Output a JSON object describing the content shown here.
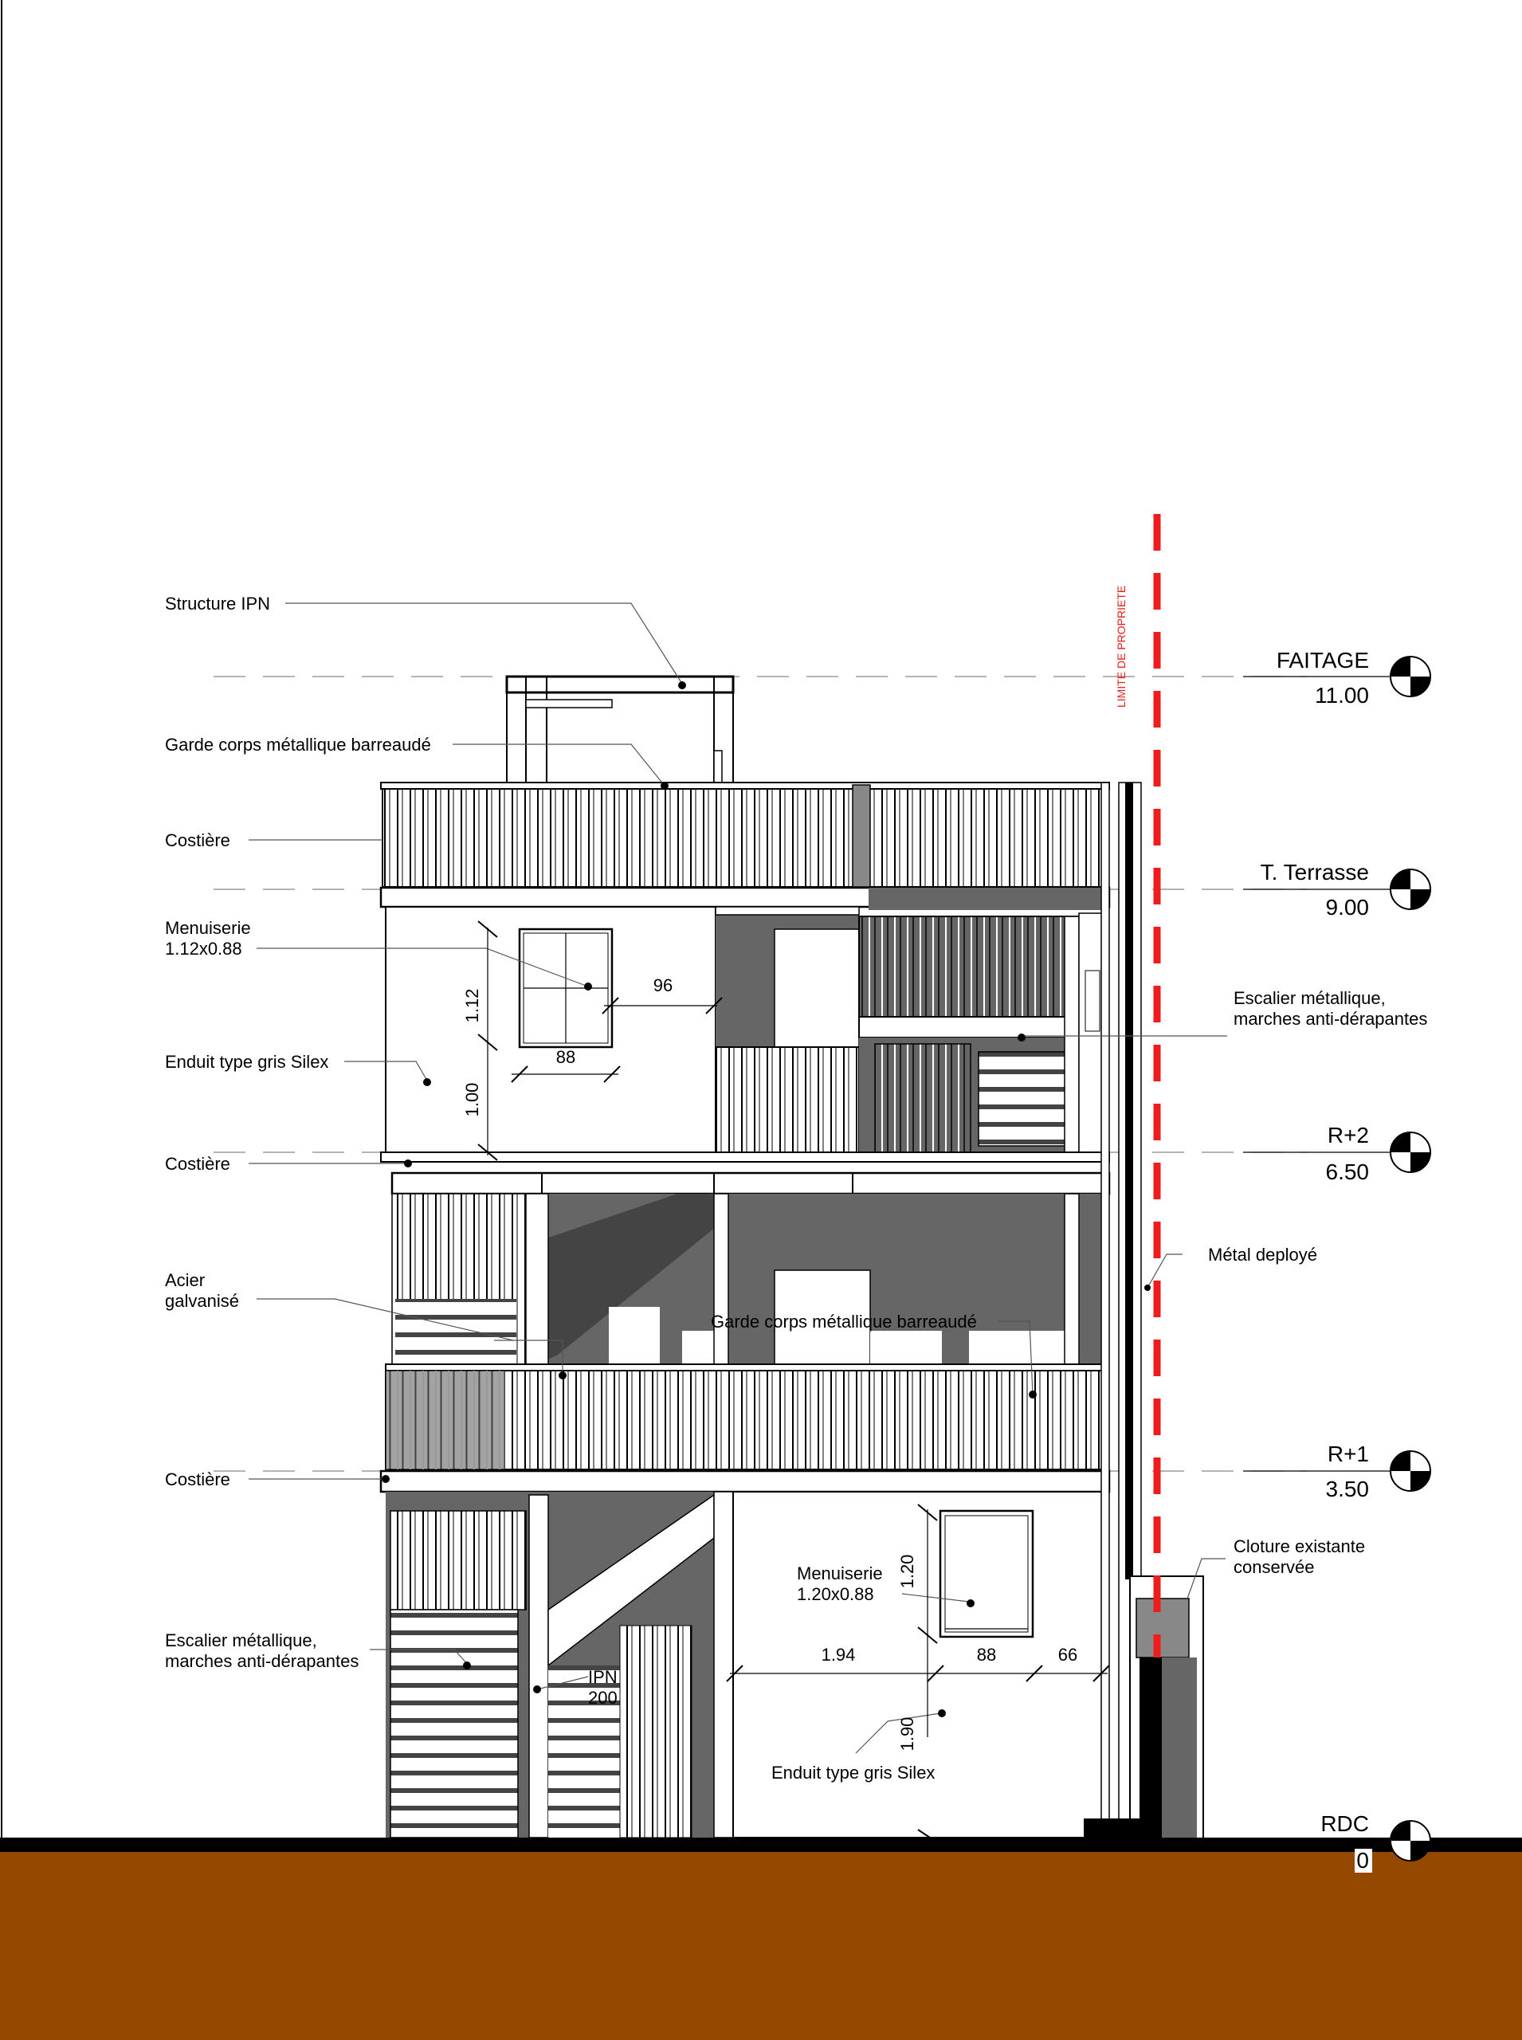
{
  "levels": [
    {
      "name": "FAITAGE",
      "value": "11.00"
    },
    {
      "name": "T. Terrasse",
      "value": "9.00"
    },
    {
      "name": "R+2",
      "value": "6.50"
    },
    {
      "name": "R+1",
      "value": "3.50"
    },
    {
      "name": "RDC",
      "value": "0"
    }
  ],
  "labels": {
    "structure_ipn": "Structure IPN",
    "garde_corps_top": "Garde corps métallique barreaudé",
    "costiere_1": "Costière",
    "menuiserie_upper_1": "Menuiserie",
    "menuiserie_upper_2": "1.12x0.88",
    "enduit_upper": "Enduit type gris Silex",
    "costiere_2": "Costière",
    "acier_1": "Acier",
    "acier_2": "galvanisé",
    "costiere_3": "Costière",
    "escalier_left_1": "Escalier métallique,",
    "escalier_left_2": "marches anti-dérapantes",
    "escalier_right_1": "Escalier métallique,",
    "escalier_right_2": "marches anti-dérapantes",
    "metal_deploye": "Métal deployé",
    "garde_corps_mid": "Garde corps métallique barreaudé",
    "cloture_1": "Cloture existante",
    "cloture_2": "conservée",
    "menuiserie_lower_1": "Menuiserie",
    "menuiserie_lower_2": "1.20x0.88",
    "ipn_1": "IPN",
    "ipn_2": "200",
    "enduit_lower": "Enduit type gris Silex",
    "limite": "LIMITE DE PROPRIETE"
  },
  "dimensions": {
    "d_112": "1.12",
    "d_100": "1.00",
    "d_96": "96",
    "d_88_upper": "88",
    "d_120": "1.20",
    "d_194": "1.94",
    "d_88_lower": "88",
    "d_66": "66",
    "d_190": "1.90"
  },
  "colors": {
    "ground": "#954800",
    "limit_line": "#ee1c1c",
    "shade": "#666666"
  }
}
